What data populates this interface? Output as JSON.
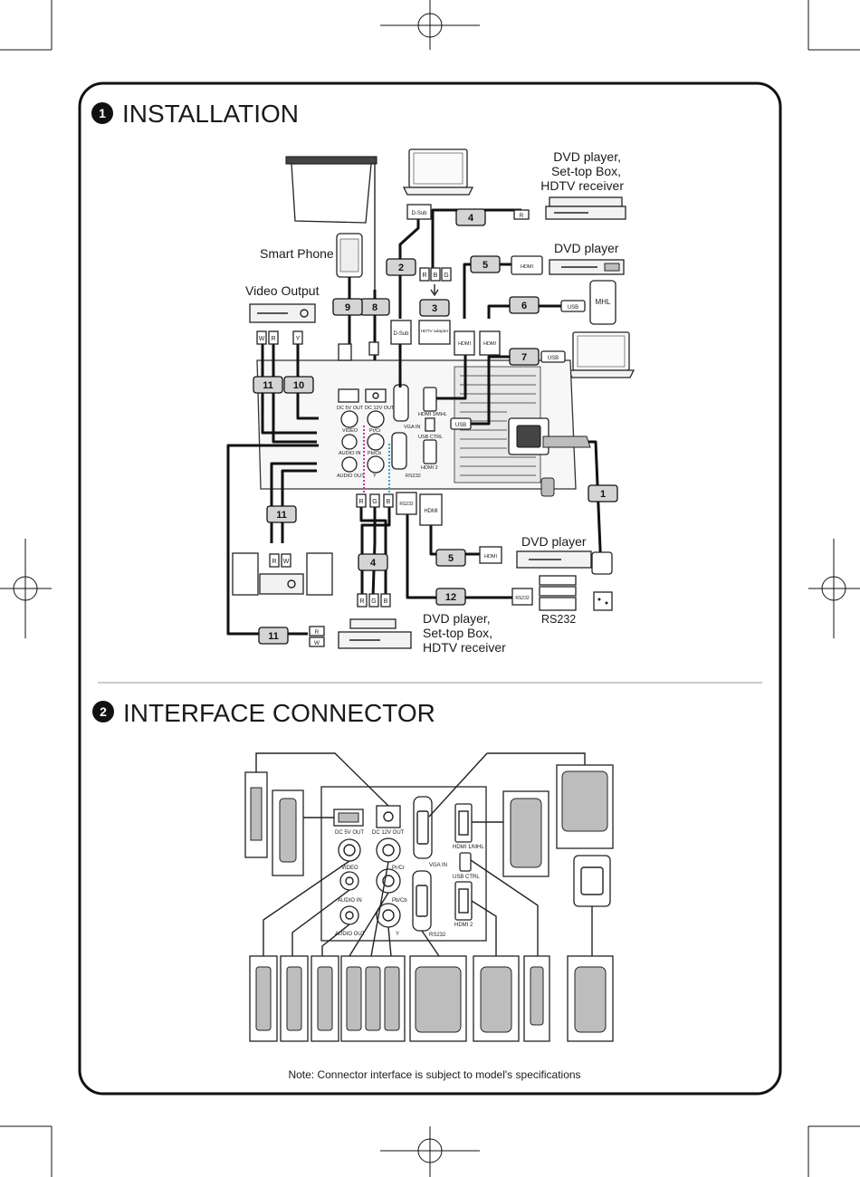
{
  "sections": {
    "installation": {
      "number": "1",
      "title": "INSTALLATION"
    },
    "interface": {
      "number": "2",
      "title": "INTERFACE CONNECTOR"
    }
  },
  "devices": {
    "dvd_stb_hdtv_top": [
      "DVD player,",
      "Set-top Box,",
      "HDTV receiver"
    ],
    "dvd_player_top": "DVD player",
    "smart_phone": "Smart Phone",
    "video_output": "Video Output",
    "dvd_player_bottom": "DVD player",
    "rs232_device": "RS232",
    "dvd_stb_hdtv_bottom": [
      "DVD player,",
      "Set-top Box,",
      "HDTV receiver"
    ],
    "mhl_phone": "MHL"
  },
  "cable_numbers": [
    "1",
    "2",
    "3",
    "4",
    "5",
    "6",
    "7",
    "8",
    "9",
    "10",
    "11",
    "12"
  ],
  "connector_tags": {
    "dsub": "D-Sub",
    "hdtv_adapter": "HDTV adapter",
    "hdmi": "HDMI",
    "usb": "USB",
    "rs232": "RS232",
    "r": "R",
    "g": "G",
    "b": "B",
    "w": "W",
    "y": "Y"
  },
  "port_labels": {
    "dc5v": "DC 5V OUT",
    "dc12v": "DC 12V OUT",
    "video": "VIDEO",
    "prcr": "Pr/Cr",
    "audio_in": "AUDIO IN",
    "pbcb": "Pb/Cb",
    "audio_out": "AUDIO OUT",
    "y": "Y",
    "vga_in": "VGA IN",
    "usb_ctrl": "USB CTRL",
    "rs232": "RS232",
    "hdmi1": "HDMI 1/MHL",
    "hdmi2": "HDMI 2"
  },
  "note": "Note: Connector interface is subject to model's specifications"
}
